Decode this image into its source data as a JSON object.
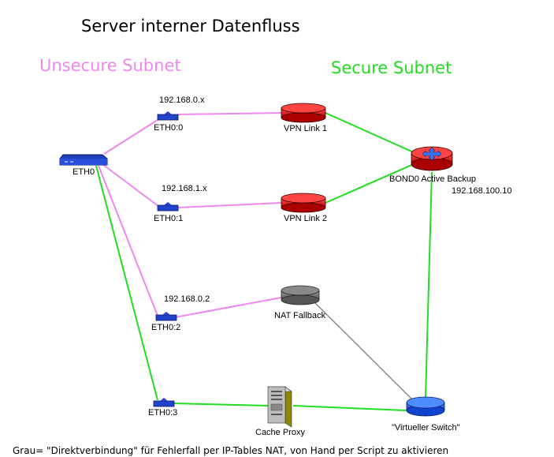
{
  "title": "Server interner Datenfluss",
  "zones": {
    "unsecure": {
      "label": "Unsecure Subnet",
      "color": "#ee88ee"
    },
    "secure": {
      "label": "Secure Subnet",
      "color": "#22dd22"
    }
  },
  "colors": {
    "unsecure_link": "#ee88ee",
    "secure_link": "#22dd22",
    "fallback_link": "#888888"
  },
  "nodes": {
    "eth0": {
      "label": "ETH0"
    },
    "eth0_0": {
      "label": "ETH0:0",
      "subnet": "192.168.0.x"
    },
    "eth0_1": {
      "label": "ETH0:1",
      "subnet": "192.168.1.x"
    },
    "eth0_2": {
      "label": "ETH0:2",
      "subnet": "192.168.0.2"
    },
    "eth0_3": {
      "label": "ETH0:3"
    },
    "vpn1": {
      "label": "VPN Link 1"
    },
    "vpn2": {
      "label": "VPN Link 2"
    },
    "nat": {
      "label": "NAT Fallback"
    },
    "bond0": {
      "label": "BOND0 Active Backup",
      "ip": "192.168.100.10"
    },
    "proxy": {
      "label": "Cache Proxy"
    },
    "vswitch": {
      "label": "\"Virtueller Switch\""
    }
  },
  "footer": "Grau= \"Direktverbindung\" für Fehlerfall per IP-Tables NAT, von Hand per Script zu aktivieren"
}
